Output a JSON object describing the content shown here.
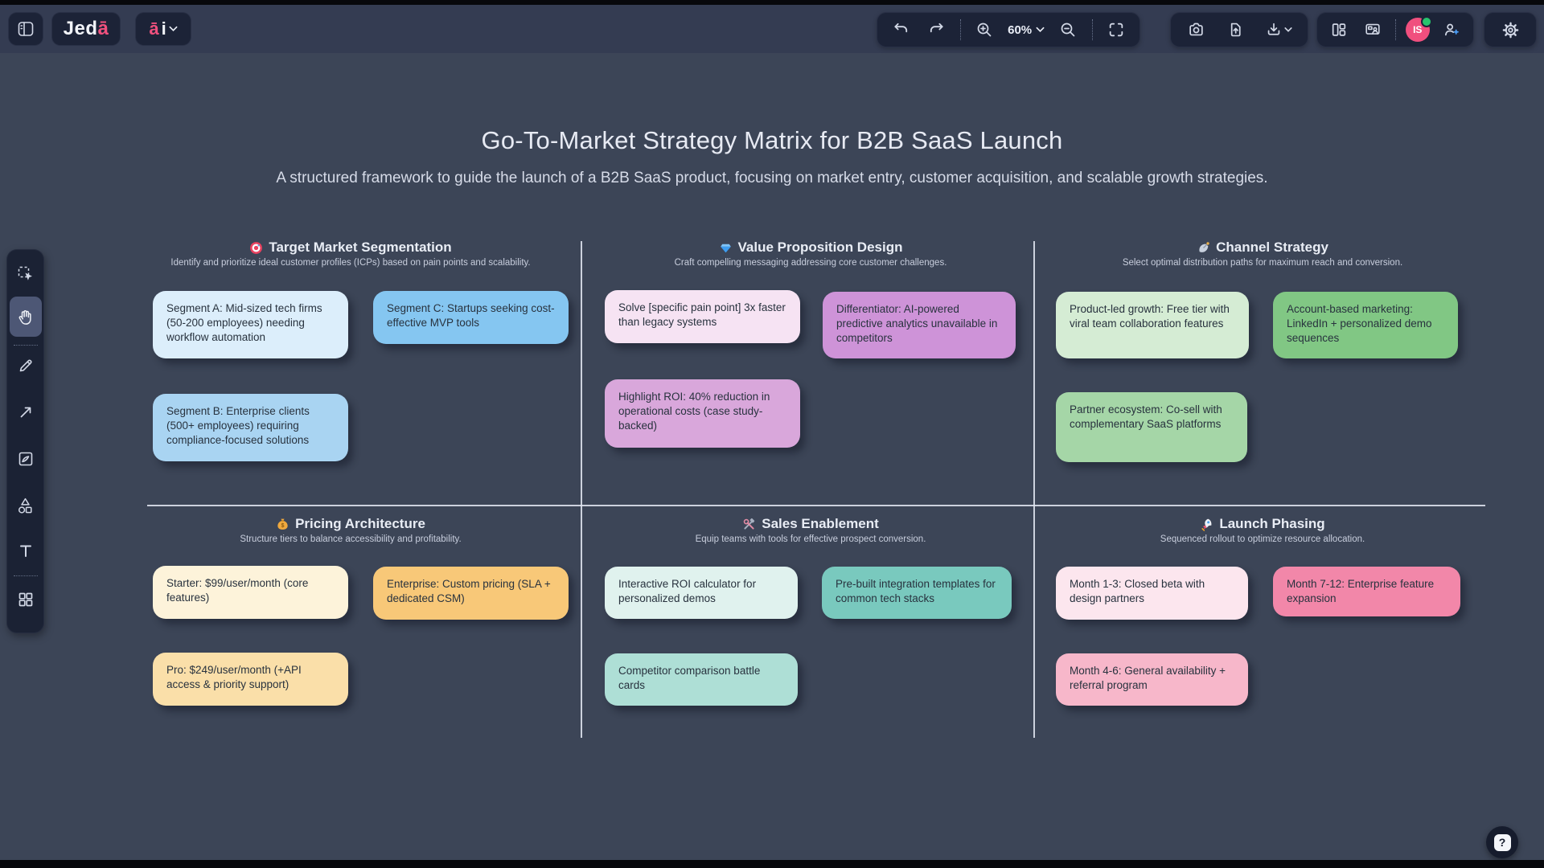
{
  "topbar": {
    "logo_main": "Jed",
    "logo_accent": "ā",
    "ai_accent": "ā",
    "ai_main": "i",
    "zoom_level": "60%",
    "avatar_initials": "IS"
  },
  "board": {
    "title": "Go-To-Market Strategy Matrix for B2B SaaS Launch",
    "subtitle": "A structured framework to guide the launch of a B2B SaaS product, focusing on market entry, customer acquisition, and scalable growth strategies."
  },
  "quadrants": [
    {
      "icon": "target-icon",
      "title": "Target Market Segmentation",
      "subtitle": "Identify and prioritize ideal customer profiles (ICPs) based on pain points and scalability.",
      "cards": [
        {
          "text": "Segment A: Mid-sized tech firms (50-200 employees) needing workflow automation",
          "bg": "#dceefb"
        },
        {
          "text": "Segment C: Startups seeking cost-effective MVP tools",
          "bg": "#85c6f1"
        },
        {
          "text": "Segment B: Enterprise clients (500+ employees) requiring compliance-focused solutions",
          "bg": "#a9d4f2"
        }
      ]
    },
    {
      "icon": "gem-icon",
      "title": "Value Proposition Design",
      "subtitle": "Craft compelling messaging addressing core customer challenges.",
      "cards": [
        {
          "text": "Solve [specific pain point] 3x faster than legacy systems",
          "bg": "#f6e3f3"
        },
        {
          "text": "Differentiator: AI-powered predictive analytics unavailable in competitors",
          "bg": "#ce93d8"
        },
        {
          "text": "Highlight ROI: 40% reduction in operational costs (case study-backed)",
          "bg": "#d9a7db"
        }
      ]
    },
    {
      "icon": "satellite-icon",
      "title": "Channel Strategy",
      "subtitle": "Select optimal distribution paths for maximum reach and conversion.",
      "cards": [
        {
          "text": "Product-led growth: Free tier with viral team collaboration features",
          "bg": "#d5ecd4"
        },
        {
          "text": "Account-based marketing: LinkedIn + personalized demo sequences",
          "bg": "#81c784"
        },
        {
          "text": "Partner ecosystem: Co-sell with complementary SaaS platforms",
          "bg": "#a5d6a7"
        }
      ]
    },
    {
      "icon": "money-bag-icon",
      "title": "Pricing Architecture",
      "subtitle": "Structure tiers to balance accessibility and profitability.",
      "cards": [
        {
          "text": "Starter: $99/user/month (core features)",
          "bg": "#fdf3da"
        },
        {
          "text": "Enterprise: Custom pricing (SLA + dedicated CSM)",
          "bg": "#f8c878"
        },
        {
          "text": "Pro: $249/user/month (+API access & priority support)",
          "bg": "#fadfa9"
        }
      ]
    },
    {
      "icon": "tools-icon",
      "title": "Sales Enablement",
      "subtitle": "Equip teams with tools for effective prospect conversion.",
      "cards": [
        {
          "text": "Interactive ROI calculator for personalized demos",
          "bg": "#e0f2ee"
        },
        {
          "text": "Pre-built integration templates for common tech stacks",
          "bg": "#79c9be"
        },
        {
          "text": "Competitor comparison battle cards",
          "bg": "#aedfd6"
        }
      ]
    },
    {
      "icon": "rocket-icon",
      "title": "Launch Phasing",
      "subtitle": "Sequenced rollout to optimize resource allocation.",
      "cards": [
        {
          "text": "Month 1-3: Closed beta with design partners",
          "bg": "#fce6ee"
        },
        {
          "text": "Month 7-12: Enterprise feature expansion",
          "bg": "#f287a9"
        },
        {
          "text": "Month 4-6: General availability + referral program",
          "bg": "#f7b7ca"
        }
      ]
    }
  ],
  "help": {
    "label": "?"
  },
  "colors": {
    "accent_pink": "#f0517e",
    "avatar_bg": "#f04f7e",
    "online_green": "#27c46d",
    "canvas_bg": "#3c4557"
  }
}
